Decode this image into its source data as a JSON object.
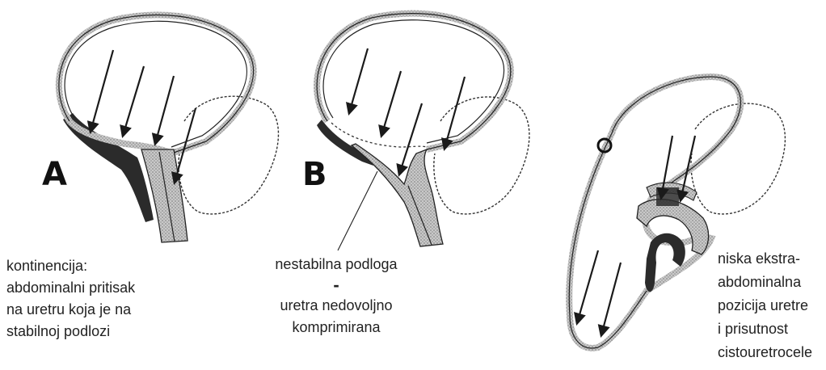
{
  "panels": {
    "a": {
      "letter": "A",
      "caption": [
        "kontinencija:",
        "abdominalni pritisak",
        "na uretru koja je na",
        "stabilnoj podlozi"
      ]
    },
    "b": {
      "letter": "B",
      "caption_top": "nestabilna podloga",
      "caption_dash": "-",
      "caption_bottom": [
        "uretra nedovoljno",
        "komprimirana"
      ]
    },
    "c": {
      "caption": [
        "niska ekstra-",
        "abdominalna",
        "pozicija uretre",
        "i prisutnost",
        "cistouretrocele"
      ]
    }
  },
  "colors": {
    "ink": "#1a1a1a",
    "tissue": "#b8b8b8",
    "support": "#2b2b2b"
  }
}
